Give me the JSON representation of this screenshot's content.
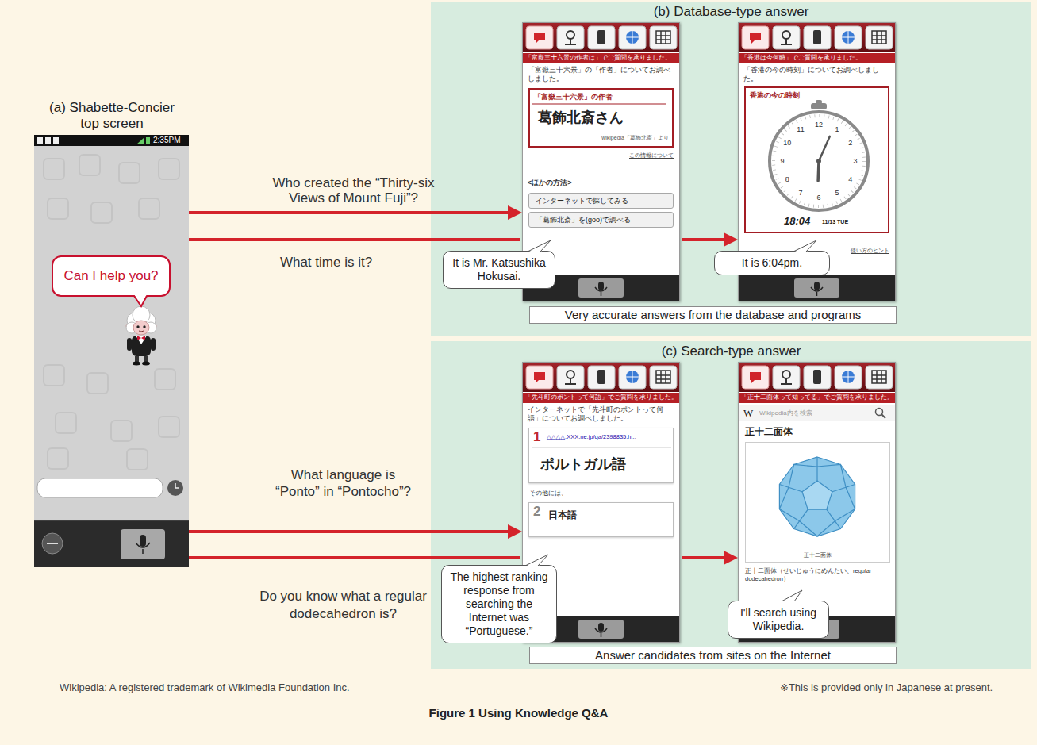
{
  "diagram": {
    "caption": "Figure 1 Using Knowledge Q&A",
    "nodes": [
      {
        "text": [
          "(a) Shabette-Concier top screen",
          "2:35PM"
        ]
      },
      {
        "text": [
          "Can I help you?"
        ],
        "in": 0
      },
      {
        "text": [
          "(b) Database-type answer"
        ]
      },
      {
        "text": [
          "「富嶽三十六景の作者は」でご質問を承りました。",
          "「富嶽三十六景」の「作者」についてお調べしました。",
          "この情報について",
          "<ほかの方法>"
        ],
        "in": 2
      },
      {
        "text": [
          "「富嶽三十六景」の作者",
          "葛飾北斎さん",
          "wikipedia「葛飾北斎」より"
        ],
        "in": 3
      },
      {
        "text": [
          "インターネットで探してみる"
        ],
        "in": 3
      },
      {
        "text": [
          "「葛飾北斎」を(goo)で調べる"
        ],
        "in": 3
      },
      {
        "text": [
          "「香港は今何時」でご質問を承りました。",
          "「香港の今の時刻」についてお調べしました。",
          "使い方のヒント"
        ],
        "in": 2
      },
      {
        "text": [
          "香港の今の時刻",
          "12",
          "1",
          "2",
          "3",
          "4",
          "5",
          "6",
          "7",
          "8",
          "9",
          "10",
          "11",
          "18:04",
          "11/13 TUE"
        ],
        "in": 7
      },
      {
        "text": [
          "It is Mr. Katsushika Hokusai."
        ],
        "in": 2
      },
      {
        "text": [
          "It is 6:04pm."
        ],
        "in": 2
      },
      {
        "text": [
          "Very accurate answers from the database and programs"
        ],
        "in": 2
      },
      {
        "text": [
          "(c) Search-type answer"
        ]
      },
      {
        "text": [
          "「先斗町のポントって何語」でご質問を承りました。",
          "インターネットで「先斗町のポントって何語」についてお調べしました。",
          "その他には、"
        ],
        "in": 12
      },
      {
        "text": [
          "1",
          "△△△△.XXX.ne.jp/qa/2398835.h...",
          "ポルトガル語"
        ],
        "in": 13
      },
      {
        "text": [
          "2",
          "日本語"
        ],
        "in": 13
      },
      {
        "text": [
          "「正十二面体って知ってる」でご質問を承りました。",
          "正十二面体",
          "正十二面体（せいじゅうにめんたい、regular dodecahedron）"
        ],
        "in": 12
      },
      {
        "text": [
          "W",
          "Wikipedia内を検索"
        ],
        "in": 16
      },
      {
        "text": [
          "正十二面体"
        ],
        "in": 16
      },
      {
        "text": [
          "The highest ranking response from searching the Internet was “Portuguese.”"
        ],
        "in": 12
      },
      {
        "text": [
          "I'll search using Wikipedia."
        ],
        "in": 12
      },
      {
        "text": [
          "Answer candidates from sites on the Internet"
        ],
        "in": 12
      }
    ],
    "edges": [
      {
        "from": 0,
        "to": 3,
        "arrow": "to",
        "label": "Who created the “Thirty-six Views of Mount Fuji”?"
      },
      {
        "from": 0,
        "to": 7,
        "arrow": "to",
        "label": "What time is it?"
      },
      {
        "from": 0,
        "to": 13,
        "arrow": "to",
        "label": "What language is “Ponto” in “Pontocho”?"
      },
      {
        "from": 0,
        "to": 16,
        "arrow": "to",
        "label": "Do you know what a regular dodecahedron is?"
      }
    ],
    "labels": [
      "Wikipedia: A registered trademark of Wikimedia Foundation Inc.",
      "※This is provided only in Japanese at present."
    ]
  }
}
